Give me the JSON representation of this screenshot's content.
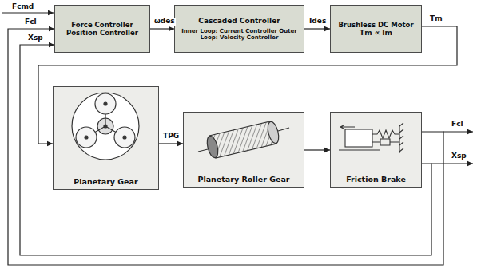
{
  "diagram": {
    "nodes": [
      {
        "text": [
          "Force Controller Position Controller"
        ]
      },
      {
        "text": [
          "Cascaded Controller",
          "Inner Loop: Current Controller Outer Loop: Velocity Controller"
        ]
      },
      {
        "text": [
          "Brushless DC Motor",
          "Tm ∝ Im"
        ]
      },
      {
        "text": [
          "Planetary Gear"
        ]
      },
      {
        "text": [
          "Planetary Roller Gear"
        ]
      },
      {
        "text": [
          "Friction Brake"
        ]
      }
    ],
    "edges": [
      {
        "from": 0,
        "to": 1,
        "label": "ωdes",
        "arrow": "to"
      },
      {
        "from": 1,
        "to": 2,
        "label": "Ides",
        "arrow": "to"
      },
      {
        "from": 2,
        "to": 3,
        "label": "Tm",
        "arrow": "to"
      },
      {
        "from": 3,
        "to": 4,
        "label": "TPG",
        "arrow": "to"
      },
      {
        "from": 4,
        "to": 5,
        "arrow": "to"
      },
      {
        "from": 5,
        "to": 0,
        "label": "Fcl",
        "arrow": "to"
      },
      {
        "from": 5,
        "to": 0,
        "label": "Xsp",
        "arrow": "to"
      }
    ],
    "labels": [
      "Fcmd",
      "Fcl",
      "Xsp"
    ]
  }
}
